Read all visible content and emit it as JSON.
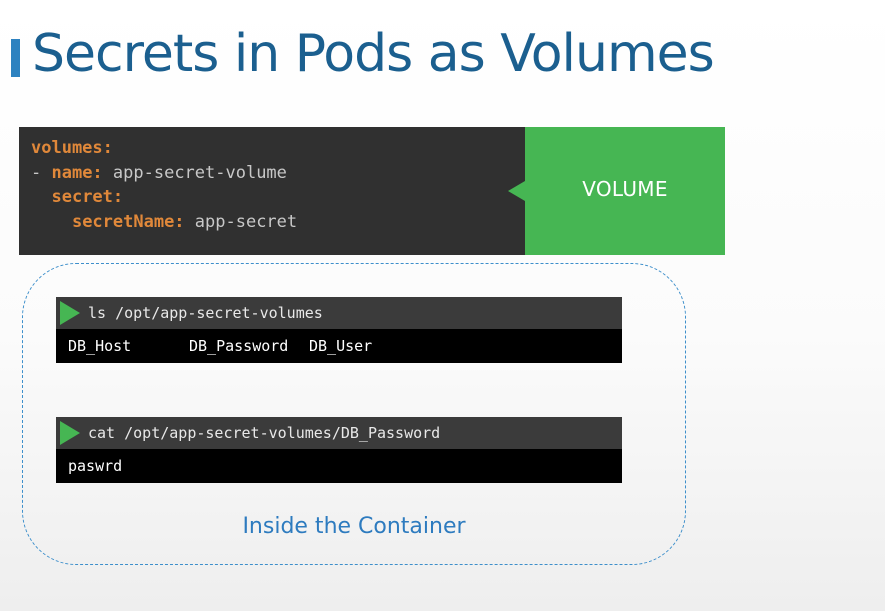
{
  "title": "Secrets in Pods as Volumes",
  "yaml": {
    "line1_key": "volumes:",
    "line2_dash": "- ",
    "line2_key": "name:",
    "line2_value": " app-secret-volume",
    "line3_key": "secret:",
    "line4_key": "secretName:",
    "line4_value": " app-secret"
  },
  "volume_label": "VOLUME",
  "terminals": [
    {
      "command": "ls /opt/app-secret-volumes",
      "output": [
        "DB_Host",
        "DB_Password",
        "DB_User"
      ]
    },
    {
      "command": "cat /opt/app-secret-volumes/DB_Password",
      "output": [
        "paswrd"
      ]
    }
  ],
  "container_label": "Inside the Container",
  "colors": {
    "title": "#1b5f8f",
    "accent_blue": "#2d82c0",
    "volume_green": "#46b653",
    "yaml_key_orange": "#e0883a",
    "code_bg": "#303030"
  }
}
